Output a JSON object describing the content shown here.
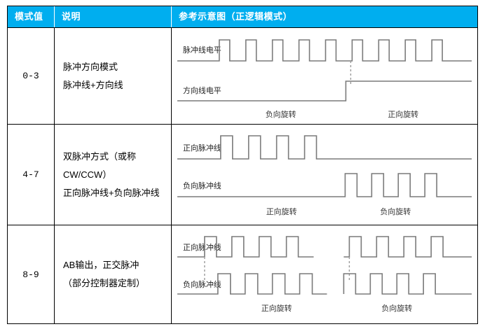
{
  "table": {
    "headers": [
      {
        "label": "模式值"
      },
      {
        "label": "说明"
      },
      {
        "label": "参考示意图（正逻辑模式）"
      }
    ],
    "header_bg": "#00AEEF",
    "header_text_color": "#ffffff",
    "border_color": "#000000",
    "wave_color": "#7a7a7a",
    "rows": [
      {
        "mode": "0-3",
        "desc_lines": [
          "脉冲方向模式",
          "脉冲线+方向线"
        ],
        "diagram": {
          "signals": [
            {
              "name": "pulse-line-level",
              "label": "脉冲线电平"
            },
            {
              "name": "direction-line-level",
              "label": "方向线电平"
            }
          ],
          "regions": [
            {
              "label": "负向旋转"
            },
            {
              "label": "正向旋转"
            }
          ]
        }
      },
      {
        "mode": "4-7",
        "desc_lines": [
          "双脉冲方式（或称CW/CCW）",
          "正向脉冲线+负向脉冲线"
        ],
        "diagram": {
          "signals": [
            {
              "name": "forward-pulse-line",
              "label": "正向脉冲线"
            },
            {
              "name": "reverse-pulse-line",
              "label": "负向脉冲线"
            }
          ],
          "regions": [
            {
              "label": "正向旋转"
            },
            {
              "label": "负向旋转"
            }
          ]
        }
      },
      {
        "mode": "8-9",
        "desc_lines": [
          "AB输出，正交脉冲",
          "（部分控制器定制）"
        ],
        "diagram": {
          "signals": [
            {
              "name": "forward-pulse-line",
              "label": "正向脉冲线"
            },
            {
              "name": "reverse-pulse-line",
              "label": "负向脉冲线"
            }
          ],
          "regions": [
            {
              "label": "正向旋转"
            },
            {
              "label": "负向旋转"
            }
          ]
        }
      }
    ]
  }
}
